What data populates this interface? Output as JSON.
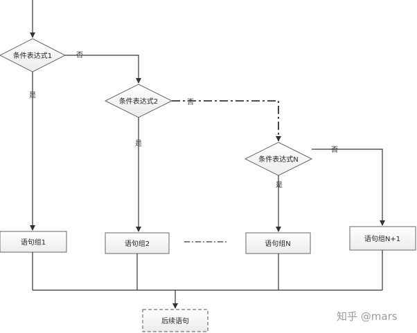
{
  "decisions": {
    "cond1": "条件表达式1",
    "cond2": "条件表达式2",
    "condN": "条件表达式N"
  },
  "blocks": {
    "group1": "语句组1",
    "group2": "语句组2",
    "groupN": "语句组N",
    "groupN1": "语句组N+1",
    "next": "后续语句"
  },
  "edge_labels": {
    "no1": "否",
    "yes1": "是",
    "no2": "否",
    "yes2": "是",
    "noN": "否",
    "yesN": "是"
  },
  "watermark": "知乎 @mars"
}
